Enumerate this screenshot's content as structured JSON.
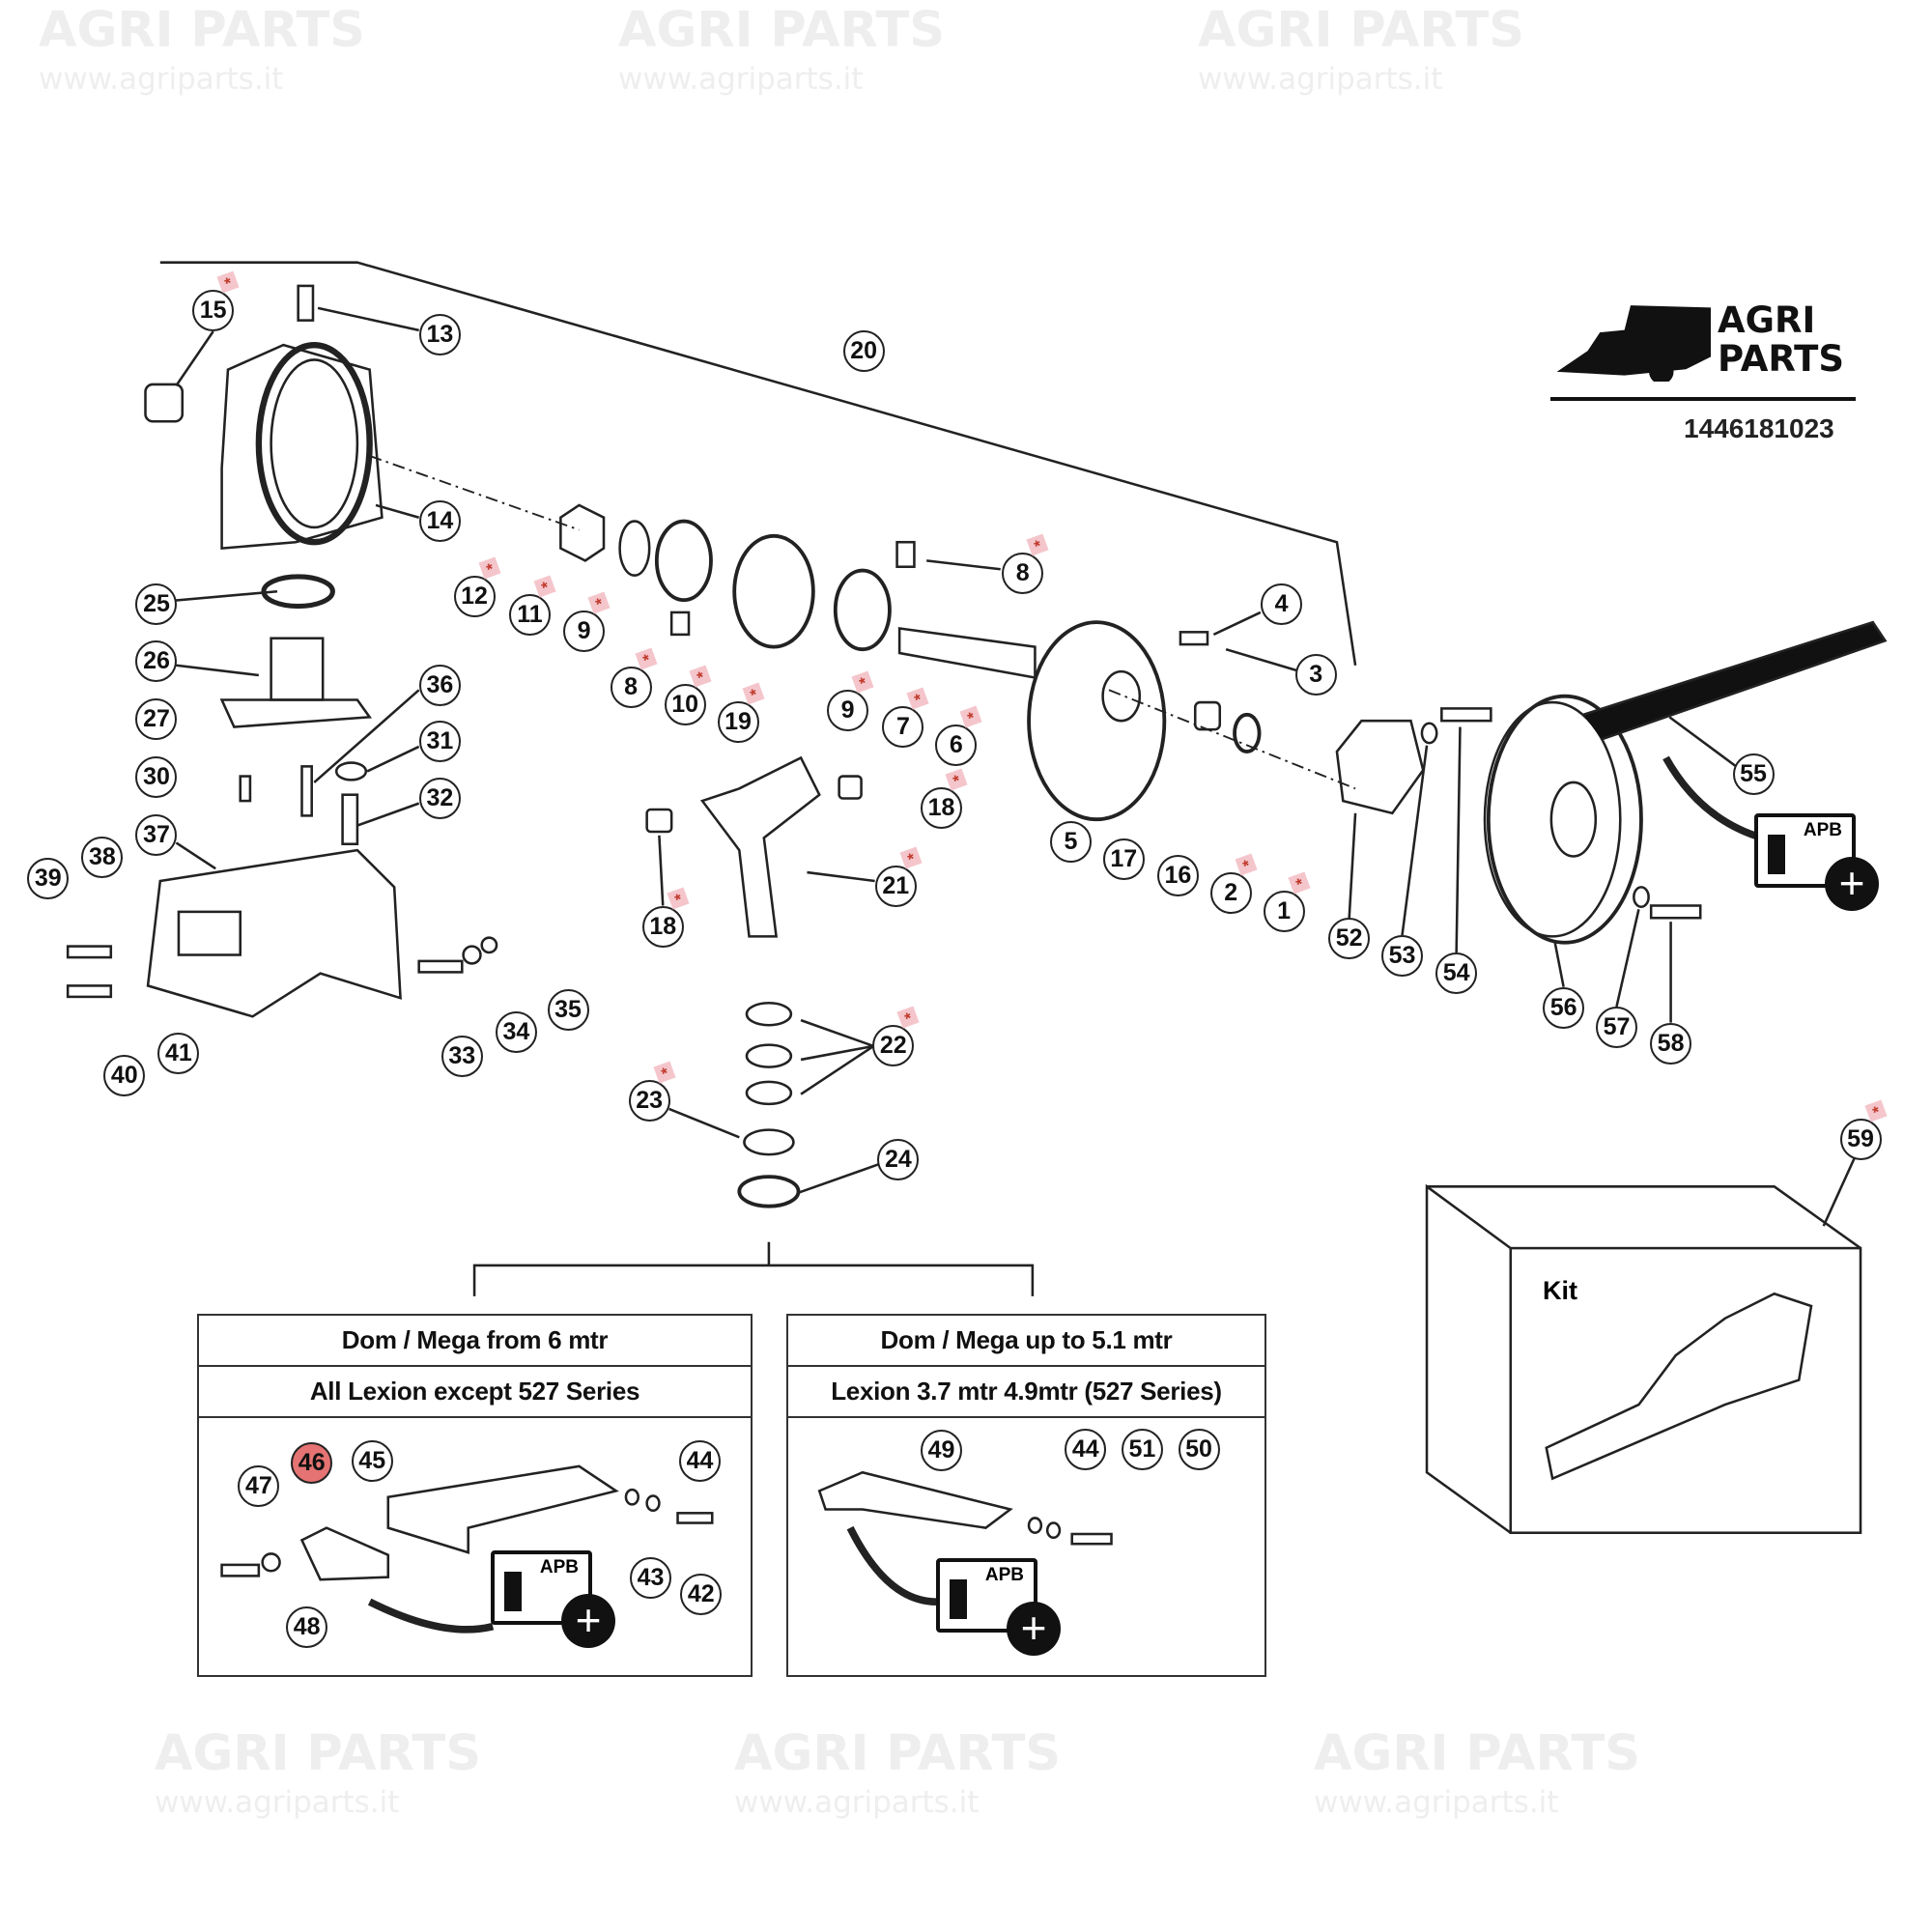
{
  "watermark": {
    "brand": "AGRI PARTS",
    "url": "www.agriparts.it"
  },
  "logo": {
    "name_line1": "AGRI",
    "name_line2": "PARTS",
    "part_code": "1446181023"
  },
  "variants": [
    {
      "title": "Dom / Mega from 6 mtr",
      "subtitle": "All Lexion except 527 Series"
    },
    {
      "title": "Dom / Mega up to 5.1 mtr",
      "subtitle": "Lexion 3.7 mtr 4.9mtr (527 Series)"
    }
  ],
  "kit_label": "Kit",
  "apb_label": "APB",
  "apb_plus": "+",
  "star": "*",
  "highlight_color": "#e57373",
  "callouts": [
    {
      "n": "15",
      "s": true
    },
    {
      "n": "13",
      "s": false
    },
    {
      "n": "20",
      "s": false
    },
    {
      "n": "14",
      "s": false
    },
    {
      "n": "25",
      "s": false
    },
    {
      "n": "12",
      "s": true
    },
    {
      "n": "11",
      "s": true
    },
    {
      "n": "9",
      "s": true
    },
    {
      "n": "8",
      "s": true
    },
    {
      "n": "4",
      "s": false
    },
    {
      "n": "3",
      "s": false
    },
    {
      "n": "26",
      "s": false
    },
    {
      "n": "36",
      "s": false
    },
    {
      "n": "27",
      "s": false
    },
    {
      "n": "31",
      "s": false
    },
    {
      "n": "30",
      "s": false
    },
    {
      "n": "32",
      "s": false
    },
    {
      "n": "37",
      "s": false
    },
    {
      "n": "38",
      "s": false
    },
    {
      "n": "39",
      "s": false
    },
    {
      "n": "8",
      "s": true
    },
    {
      "n": "10",
      "s": true
    },
    {
      "n": "19",
      "s": true
    },
    {
      "n": "9",
      "s": true
    },
    {
      "n": "7",
      "s": true
    },
    {
      "n": "6",
      "s": true
    },
    {
      "n": "18",
      "s": true
    },
    {
      "n": "5",
      "s": false
    },
    {
      "n": "17",
      "s": false
    },
    {
      "n": "16",
      "s": false
    },
    {
      "n": "2",
      "s": true
    },
    {
      "n": "1",
      "s": true
    },
    {
      "n": "52",
      "s": false
    },
    {
      "n": "53",
      "s": false
    },
    {
      "n": "54",
      "s": false
    },
    {
      "n": "55",
      "s": false
    },
    {
      "n": "56",
      "s": false
    },
    {
      "n": "57",
      "s": false
    },
    {
      "n": "58",
      "s": false
    },
    {
      "n": "21",
      "s": true
    },
    {
      "n": "18",
      "s": true
    },
    {
      "n": "33",
      "s": false
    },
    {
      "n": "34",
      "s": false
    },
    {
      "n": "35",
      "s": false
    },
    {
      "n": "41",
      "s": false
    },
    {
      "n": "40",
      "s": false
    },
    {
      "n": "22",
      "s": true
    },
    {
      "n": "23",
      "s": true
    },
    {
      "n": "24",
      "s": false
    },
    {
      "n": "59",
      "s": true
    },
    {
      "n": "47",
      "s": false
    },
    {
      "n": "46",
      "s": false,
      "highlighted": true
    },
    {
      "n": "45",
      "s": false
    },
    {
      "n": "44",
      "s": false
    },
    {
      "n": "43",
      "s": false
    },
    {
      "n": "42",
      "s": false
    },
    {
      "n": "48",
      "s": false
    },
    {
      "n": "49",
      "s": false
    },
    {
      "n": "44",
      "s": false
    },
    {
      "n": "51",
      "s": false
    },
    {
      "n": "50",
      "s": false
    }
  ]
}
